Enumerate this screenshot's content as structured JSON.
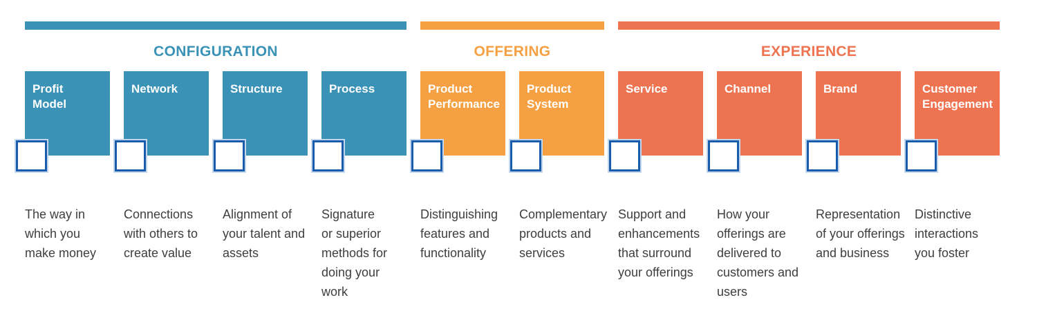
{
  "checkbox": {
    "border_color": "#1A5CAC",
    "checked": false
  },
  "text_color": "#3E3E3E",
  "groups": [
    {
      "name": "CONFIGURATION",
      "color": "#3A92B6",
      "items": [
        {
          "label": "Profit\nModel",
          "description": "The way in\nwhich you\nmake money"
        },
        {
          "label": "Network",
          "description": "Connections\nwith others to\ncreate value"
        },
        {
          "label": "Structure",
          "description": "Alignment of\nyour talent and\nassets"
        },
        {
          "label": "Process",
          "description": "Signature\nor superior\nmethods for\ndoing your\nwork"
        }
      ]
    },
    {
      "name": "OFFERING",
      "color": "#F5A143",
      "items": [
        {
          "label": "Product\nPerformance",
          "description": "Distinguishing\nfeatures and\nfunctionality"
        },
        {
          "label": "Product\nSystem",
          "description": "Complementary\nproducts and\nservices"
        }
      ]
    },
    {
      "name": "EXPERIENCE",
      "color": "#EE7351",
      "items": [
        {
          "label": "Service",
          "description": "Support and\nenhancements\nthat surround\nyour offerings"
        },
        {
          "label": "Channel",
          "description": "How your\nofferings are\ndelivered to\ncustomers and\nusers"
        },
        {
          "label": "Brand",
          "description": "Representation\nof your offerings\nand business"
        },
        {
          "label": "Customer\nEngagement",
          "description": "Distinctive\ninteractions\nyou foster"
        }
      ]
    }
  ]
}
